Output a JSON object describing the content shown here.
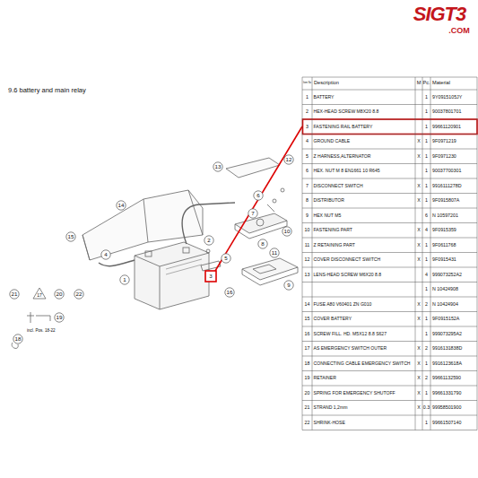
{
  "diagram": {
    "labels": [
      "SIGT3",
      ".COM",
      "9.6 battery and main relay",
      "Item No",
      "Description",
      "M",
      "Pc.",
      "Material",
      "1",
      "BATTERY",
      "1",
      "9Y0915105JY",
      "2",
      "HEX-HEAD SCREW M8X20 8.8",
      "1",
      "90037801701",
      "3",
      "FASTENING RAIL BATTERY",
      "1",
      "99661120901",
      "4",
      "GROUND CABLE",
      "X",
      "1",
      "9F0971219",
      "5",
      "Z HARNESS,ALTERNATOR",
      "X",
      "1",
      "9F0971230",
      "6",
      "HEX. NUT M 8 EN1661 10 R645",
      "1",
      "90037700301",
      "7",
      "DISCONNECT SWITCH",
      "X",
      "1",
      "9916111278D",
      "8",
      "DISTRIBUTOR",
      "X",
      "1",
      "9F0915807A",
      "9",
      "HEX NUT M5",
      "6",
      "N 10597201",
      "10",
      "FASTENING PART",
      "X",
      "4",
      "9F0915359",
      "11",
      "Z RETAINING PART",
      "X",
      "1",
      "9F0611768",
      "12",
      "COVER DISCONNECT SWITCH",
      "X",
      "1",
      "9F0915431",
      "13",
      "LENS-HEAD SCREW M6X20 8.8",
      "4",
      "999073252A2",
      "1",
      "N 10424908",
      "14",
      "FUSE A80 V60401 ZN G010",
      "X",
      "2",
      "N 10424904",
      "15",
      "COVER BATTERY",
      "X",
      "1",
      "9F0915152A",
      "16",
      "SCREW FILL. HD. M5X12 8.8 S627",
      "1",
      "999073295A2",
      "17",
      "AS EMERGENCY SWITCH OUTER",
      "X",
      "2",
      "9916131838D",
      "18",
      "CONNECTING CABLE EMERGENCY SWITCH",
      "X",
      "1",
      "9916123618A",
      "19",
      "RETAINER",
      "X",
      "2",
      "99661132590",
      "20",
      "SPRING FOR EMERGENCY SHUTOFF",
      "X",
      "1",
      "99661331790",
      "21",
      "STRAND 1,2mm",
      "X",
      "0.3",
      "99958501900",
      "22",
      "SHRINK-HOSE",
      "1",
      "99661507140",
      "14",
      "13",
      "12",
      "6",
      "7",
      "8",
      "10",
      "11",
      "9",
      "15",
      "4",
      "1",
      "2",
      "3",
      "5",
      "16",
      "21",
      "17",
      "20",
      "22",
      "19",
      "incl. Pos. 18-22",
      "18"
    ]
  }
}
